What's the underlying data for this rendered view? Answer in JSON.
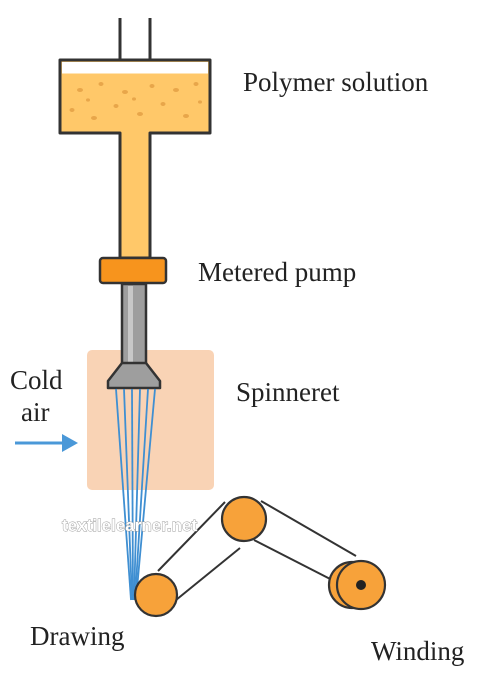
{
  "labels": {
    "polymer_solution": "Polymer solution",
    "metered_pump": "Metered pump",
    "spinneret": "Spinneret",
    "cold_air_line1": "Cold",
    "cold_air_line2": "air",
    "drawing": "Drawing",
    "winding": "Winding"
  },
  "watermark": "textilelearner.net",
  "colors": {
    "polymer": "#FFC869",
    "polymer_outline": "#333333",
    "bubbles": "#E8A64A",
    "pump": "#F7941D",
    "nozzle": "#9E9E9E",
    "chamber": "#F9D3B5",
    "fibers": "#3F8FD2",
    "air_arrow": "#4A98D8",
    "rollers": "#F7A23A",
    "belt": "#333333"
  }
}
